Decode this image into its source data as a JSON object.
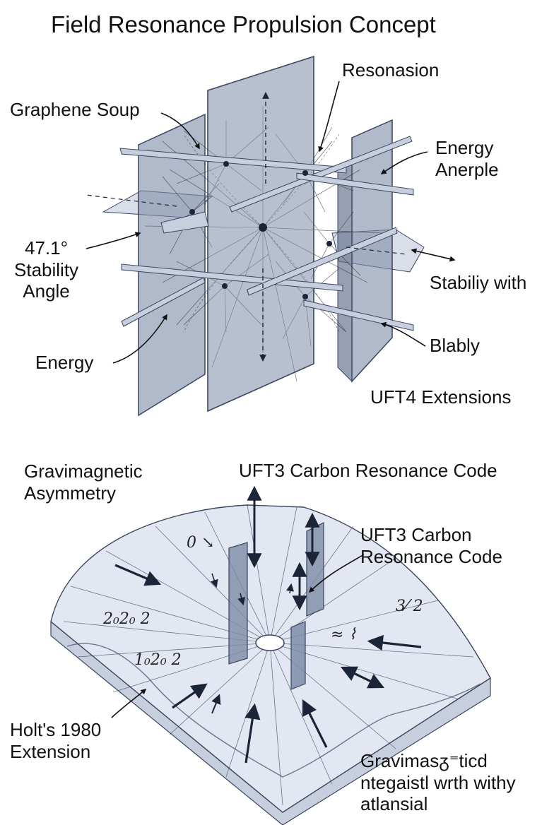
{
  "title": "Field Resonance Propulsion Concept",
  "colors": {
    "panel_fill": "#7d8ca8",
    "panel_stroke": "#3a4560",
    "slab_fill": "#e2e7f1",
    "slab_side": "#c7cfde",
    "arrow": "#1c2438",
    "field_line": "#222222"
  },
  "top_diagram": {
    "labels": {
      "graphene_soup": "Graphene Soup",
      "resonasion": "Resonasion",
      "energy_anerple": [
        "Energy",
        "Anerple"
      ],
      "stability_angle": [
        "47.1°",
        "Stability",
        "Angle"
      ],
      "stabiliy_with": "Stabiliy with",
      "energy": "Energy",
      "blably": "Blably",
      "uft4": "UFT4 Extensions"
    }
  },
  "bottom_diagram": {
    "labels": {
      "gravimagnetic": [
        "Gravimagnetic",
        "Asymmetry"
      ],
      "uft3_top": "UFT3 Carbon Resonance Code",
      "uft3_mid": [
        "UFT3 Carbon",
        "Resonance Code"
      ],
      "holts": [
        "Holt's 1980",
        "Extension"
      ],
      "gravimas": [
        "Gravimasᵹ⁼ticd",
        "ntegaistl wrth withy",
        "atlansial"
      ]
    },
    "scribbles": {
      "a": "0 ↘",
      "b": "2₀2₀  2",
      "c": "1₀2₀ 2",
      "d": "3⁄ 2",
      "e": "≈  ⌇"
    }
  }
}
